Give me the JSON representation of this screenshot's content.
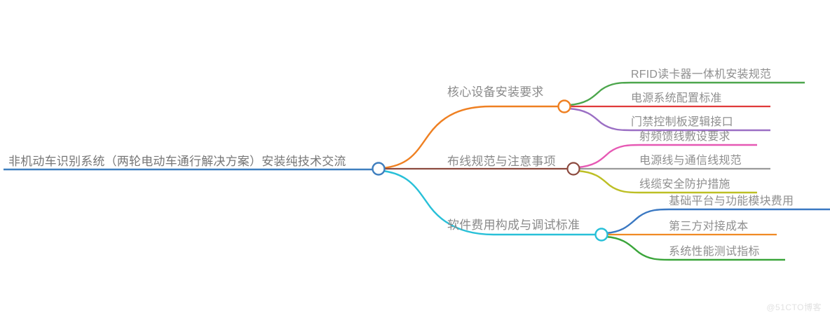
{
  "diagram": {
    "type": "mindmap",
    "title": "非机动车识别系统（两轮电动车通行解决方案）安装纯技术交流",
    "root": {
      "label": "非机动车识别系统（两轮电动车通行解决方案）安装纯技术交流",
      "color": "#3f7fbf",
      "node_color": "#3f7fbf"
    },
    "branches": [
      {
        "label": "核心设备安装要求",
        "color": "#ef8022",
        "node_color": "#ef8022",
        "children": [
          {
            "label": "RFID读卡器一体机安装规范",
            "color": "#4ca64c"
          },
          {
            "label": "电源系统配置标准",
            "color": "#e03a3a"
          },
          {
            "label": "门禁控制板逻辑接口",
            "color": "#9b6fc4"
          }
        ]
      },
      {
        "label": "布线规范与注意事项",
        "color": "#8c4a3f",
        "node_color": "#8c4a3f",
        "children": [
          {
            "label": "射频馈线敷设要求",
            "color": "#e659b4"
          },
          {
            "label": "电源线与通信线规范",
            "color": "#9a9a9a"
          },
          {
            "label": "线缆安全防护措施",
            "color": "#bdbf25"
          }
        ]
      },
      {
        "label": "软件费用构成与调试标准",
        "color": "#28c0d8",
        "node_color": "#28c0d8",
        "children": [
          {
            "label": "基础平台与功能模块费用",
            "color": "#3a78c2"
          },
          {
            "label": "第三方对接成本",
            "color": "#f08a24"
          },
          {
            "label": "系统性能测试指标",
            "color": "#3aa53a"
          }
        ]
      }
    ]
  },
  "watermark": {
    "text": "@51CTO博客"
  }
}
